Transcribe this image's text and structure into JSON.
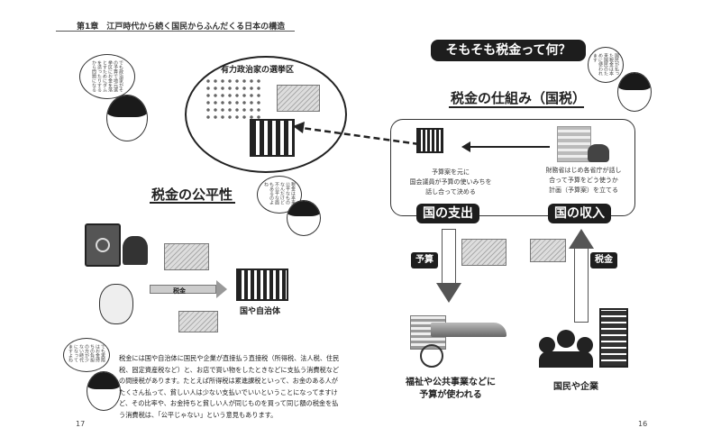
{
  "left_page": {
    "chapter_header": "第1章　江戸時代から続く国民からふんだくる日本の構造",
    "bubble_top": "でも政治家がその予算で地元選挙区にお金を落とすためにダムを造ったりするから問題になる",
    "district_label": "有力政治家の選挙区",
    "fairness_heading": "税金の公平性",
    "bubble_middle": "税金は本来公平なものなんだけど不公平な面もあるのよね",
    "tax_arrow_label": "税金",
    "destination_label": "国や自治体",
    "bubble_bottom": "でも実際はお金持ちの負担の方が少ない時代になってますよね",
    "body_text": "税金には国や自治体に国民や企業が直接払う直接税（所得税、法人税、住民税、固定資産税など）と、お店で買い物をしたときなどに支払う消費税などの間接税があります。たとえば所得税は累進課税といって、お金のある人がたくさん払って、貧しい人は少ない支払いでいいということになってますけど、その比率や、お金持ちと貧しい人が同じものを買って同じ額の税金を払う消費税は、「公平じゃない」という意見もあります。",
    "page_number": "17"
  },
  "right_page": {
    "title": "そもそも税金って何？",
    "bubble_top": "国民が払った税金は本来国民のために使われます",
    "subheading": "税金の仕組み（国税）",
    "expenditure_desc": "予算案を元に\n国会議員が予算の使いみちを\n話し合って決める",
    "revenue_desc": "財務省はじめ各省庁が話し\n合って予算をどう使うか\n計画（予算案）を立てる",
    "expenditure_label": "国の支出",
    "revenue_label": "国の収入",
    "budget_label": "予算",
    "tax_label": "税金",
    "welfare_label": "福祉や公共事業などに\n予算が使われる",
    "citizens_label": "国民や企業",
    "page_number": "16"
  }
}
